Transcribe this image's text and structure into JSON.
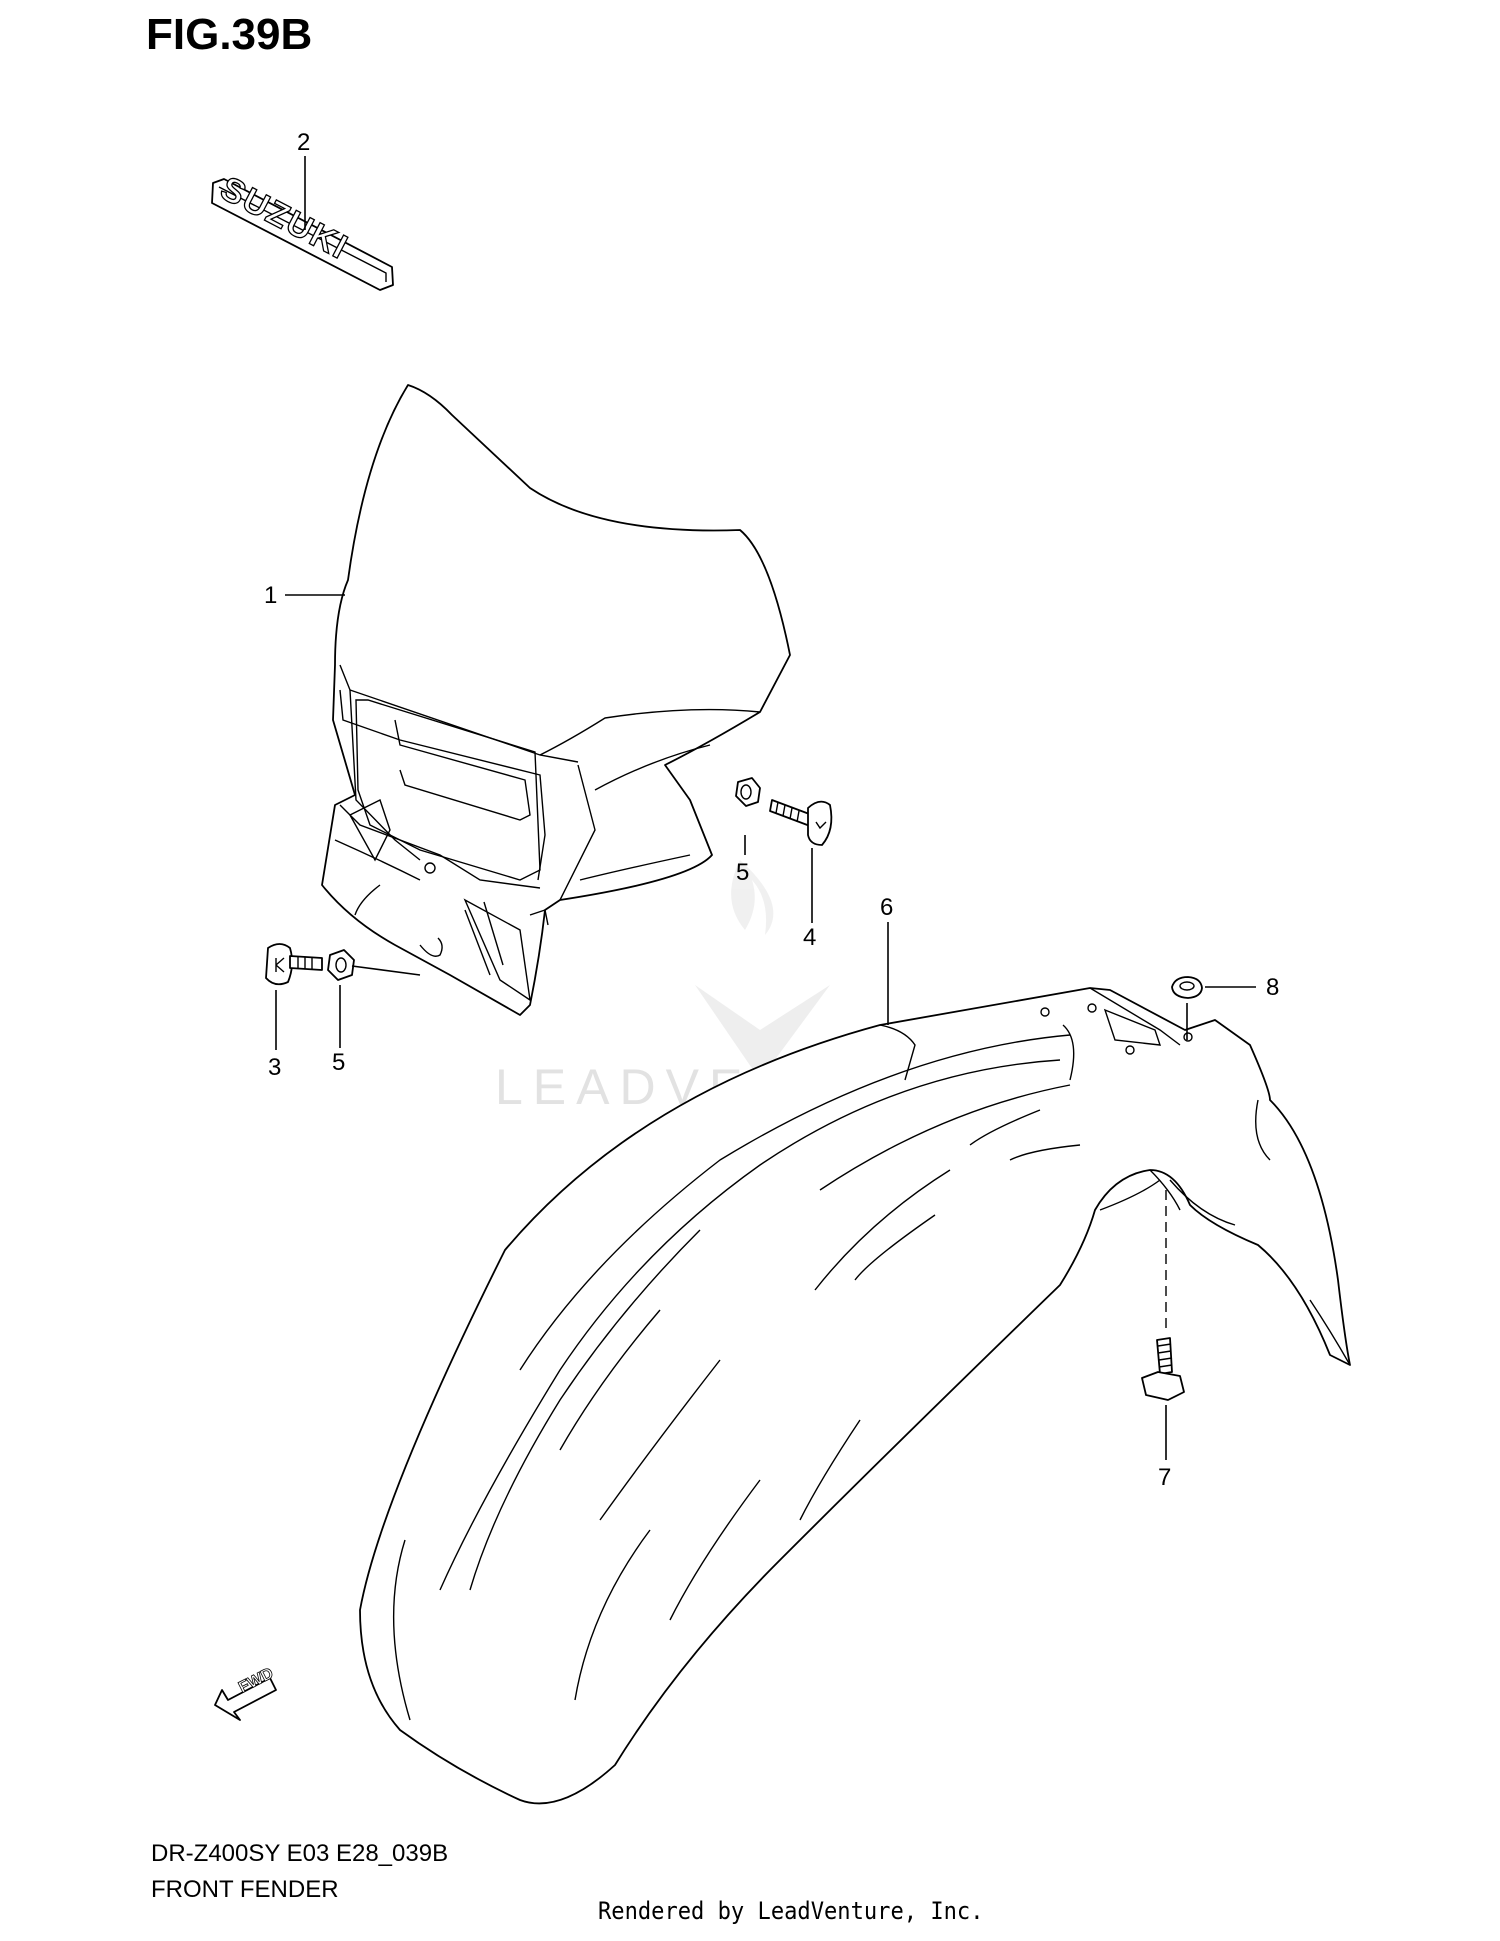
{
  "figure": {
    "title": "FIG.39B",
    "model_code": "DR-Z400SY  E03  E28_039B",
    "section_name": "FRONT FENDER",
    "render_credit": "Rendered by LeadVenture, Inc."
  },
  "emblem_text": "SUZUKI",
  "fwd_text": "FWD",
  "watermark": {
    "text": "LEADVENTURE"
  },
  "callouts": [
    {
      "id": "1",
      "label": "1",
      "part": "headlight-cover"
    },
    {
      "id": "2",
      "label": "2",
      "part": "emblem"
    },
    {
      "id": "3",
      "label": "3",
      "part": "bolt-left"
    },
    {
      "id": "4",
      "label": "4",
      "part": "bolt-right"
    },
    {
      "id": "5a",
      "label": "5",
      "part": "cushion-right"
    },
    {
      "id": "5b",
      "label": "5",
      "part": "cushion-left"
    },
    {
      "id": "6",
      "label": "6",
      "part": "front-fender"
    },
    {
      "id": "7",
      "label": "7",
      "part": "fender-bolt"
    },
    {
      "id": "8",
      "label": "8",
      "part": "fender-washer"
    }
  ]
}
